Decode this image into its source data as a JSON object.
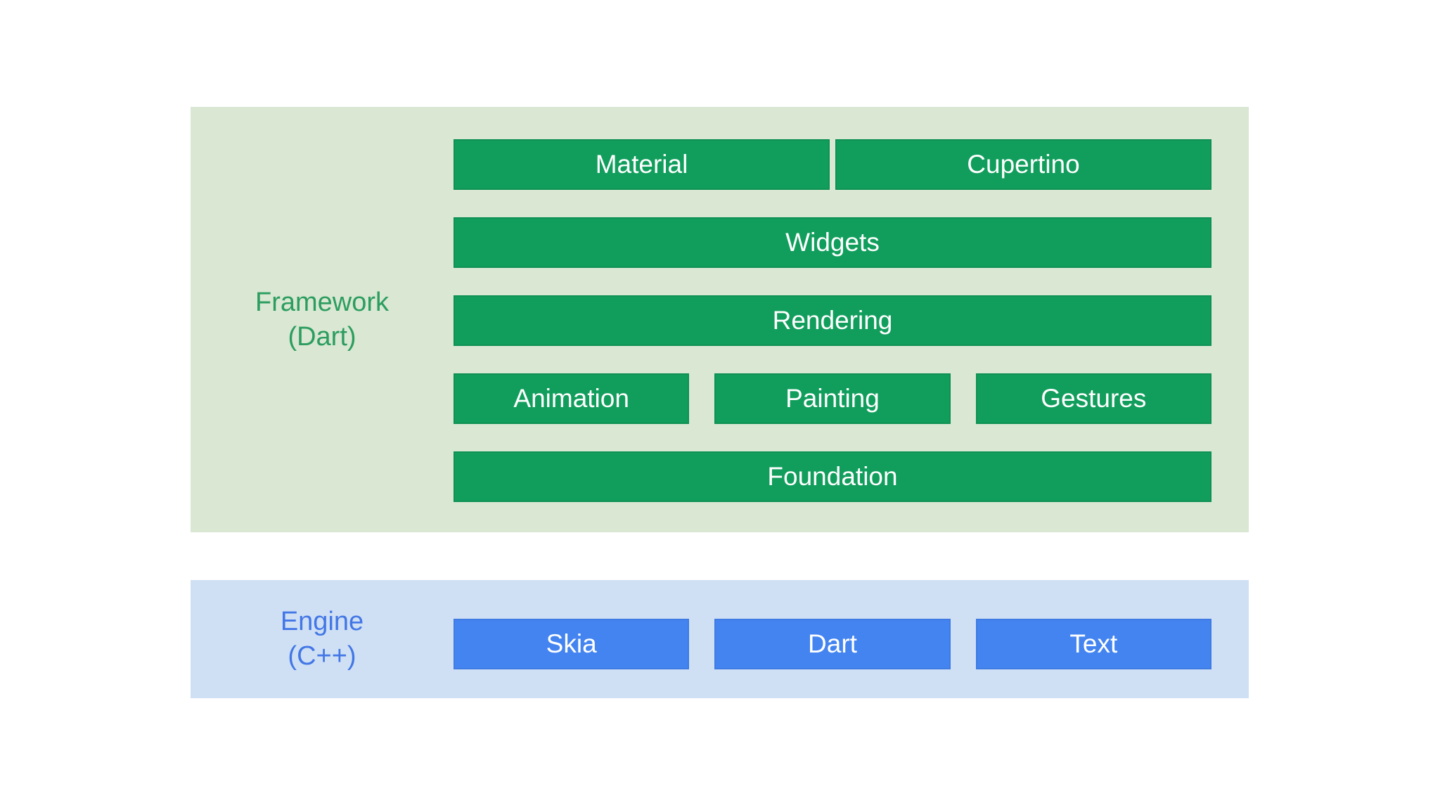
{
  "colors": {
    "page-bg": "#ffffff",
    "framework-bg": "#d9e7d3",
    "framework-box": "#119e5c",
    "framework-label": "#2c9d5f",
    "engine-bg": "#cfe0f4",
    "engine-box": "#4484f0",
    "engine-label": "#4377e6",
    "box-text": "#ffffff"
  },
  "framework": {
    "label": {
      "line1": "Framework",
      "line2": "(Dart)"
    },
    "rows": [
      {
        "boxes": [
          "Material",
          "Cupertino"
        ]
      },
      {
        "boxes": [
          "Widgets"
        ]
      },
      {
        "boxes": [
          "Rendering"
        ]
      },
      {
        "boxes": [
          "Animation",
          "Painting",
          "Gestures"
        ]
      },
      {
        "boxes": [
          "Foundation"
        ]
      }
    ]
  },
  "engine": {
    "label": {
      "line1": "Engine",
      "line2": "(C++)"
    },
    "boxes": [
      "Skia",
      "Dart",
      "Text"
    ]
  }
}
